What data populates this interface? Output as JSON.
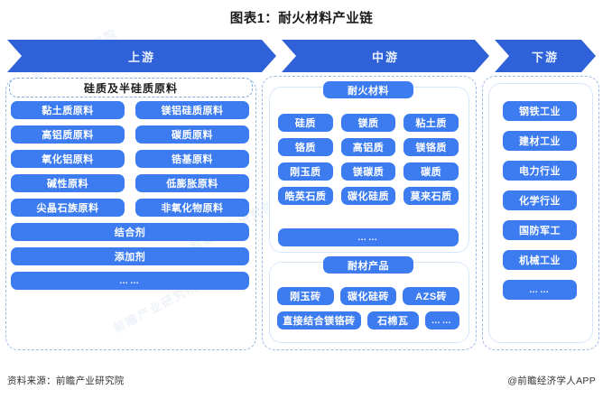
{
  "title": "图表1：耐火材料产业链",
  "band": {
    "upstream": "上游",
    "midstream": "中游",
    "downstream": "下游"
  },
  "upstream": {
    "header": "硅质及半硅质原料",
    "rows": [
      [
        "黏土质原料",
        "镁铝硅质原料"
      ],
      [
        "高铝质原料",
        "碳质原料"
      ],
      [
        "氧化铝原料",
        "锆基原料"
      ],
      [
        "碱性原料",
        "低膨胀原料"
      ],
      [
        "尖晶石族原料",
        "非氧化物原料"
      ]
    ],
    "full_rows": [
      "结合剂",
      "添加剂",
      "……"
    ]
  },
  "midstream": {
    "materials": {
      "header": "耐火材料",
      "rows": [
        [
          "硅质",
          "镁质",
          "粘土质"
        ],
        [
          "铬质",
          "高铝质",
          "镁铬质"
        ],
        [
          "刚玉质",
          "镁碳质",
          "碳质"
        ],
        [
          "皓英石质",
          "碳化硅质",
          "莫来石质"
        ]
      ],
      "dots": "……"
    },
    "products": {
      "header": "耐材产品",
      "row1": [
        "刚玉砖",
        "碳化硅砖",
        "AZS砖"
      ],
      "row2": [
        "直接结合镁铬砖",
        "石棉瓦",
        "……"
      ]
    }
  },
  "downstream": {
    "items": [
      "钢铁工业",
      "建材工业",
      "电力行业",
      "化学行业",
      "国防军工",
      "机械工业",
      "……"
    ]
  },
  "footer": {
    "source": "资料来源：前瞻产业研究院",
    "app": "@前瞻经济学人APP"
  },
  "watermarks": [
    "前瞻产业研究院",
    "前瞻产业研究院",
    "前瞻产业研究院",
    "前瞻产业研究院",
    "前瞻产业研究院"
  ],
  "colors": {
    "pill": "#3d7cf0",
    "band": "#2f62d8",
    "dashed_border": "#9ab8e8"
  }
}
